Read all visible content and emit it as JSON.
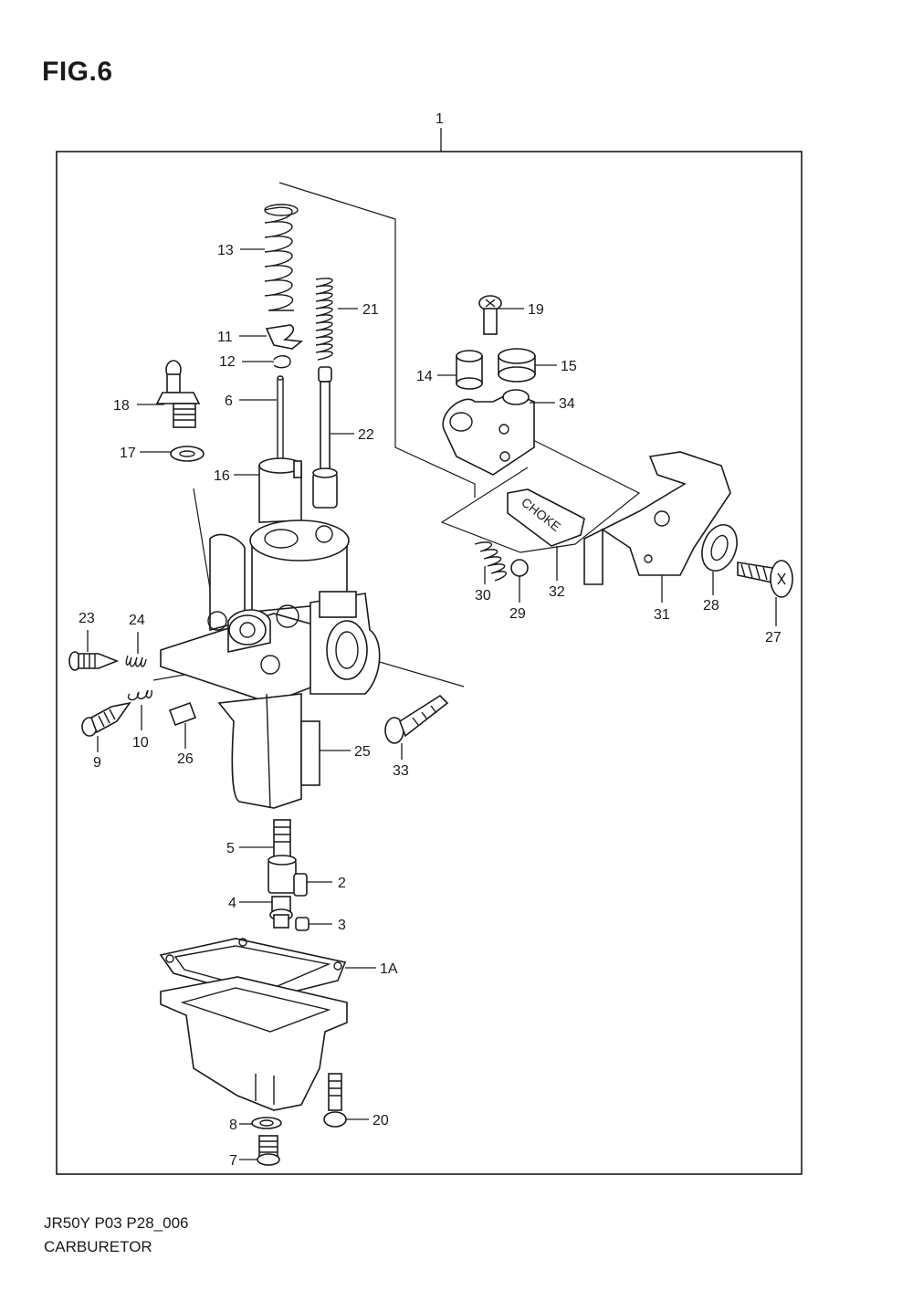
{
  "figure": {
    "title": "FIG.6"
  },
  "footer": {
    "code": "JR50Y P03 P28_006",
    "name": "CARBURETOR"
  },
  "assembly_label": "1",
  "choke_text": "CHOKE",
  "callouts": {
    "c13": "13",
    "c21": "21",
    "c11": "11",
    "c12": "12",
    "c6": "6",
    "c18": "18",
    "c17": "17",
    "c16": "16",
    "c22": "22",
    "c19": "19",
    "c14": "14",
    "c15": "15",
    "c34": "34",
    "c30": "30",
    "c29": "29",
    "c32": "32",
    "c31": "31",
    "c28": "28",
    "c27": "27",
    "c23": "23",
    "c24": "24",
    "c9": "9",
    "c10": "10",
    "c26": "26",
    "c25": "25",
    "c33": "33",
    "c5": "5",
    "c2": "2",
    "c4": "4",
    "c3": "3",
    "c1A": "1A",
    "c8": "8",
    "c20": "20",
    "c7": "7"
  }
}
